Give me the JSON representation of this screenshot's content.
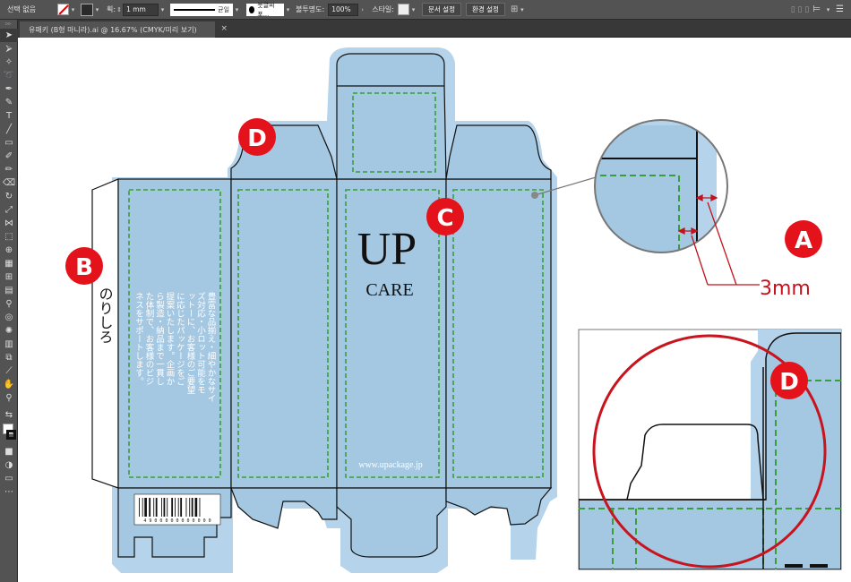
{
  "control_bar": {
    "selection_label": "선택 없음",
    "stroke_label": "획:",
    "stroke_weight": "1 mm",
    "line_style": "균일",
    "brush_name": "붓글씨 포...",
    "opacity_label": "불투명도:",
    "opacity_value": "100%",
    "style_label": "스타일:",
    "doc_setup_button": "문서 설정",
    "prefs_button": "환경 설정"
  },
  "document_tab": {
    "title": "유패키 (B형 마니라).ai @ 16.67% (CMYK/미리 보기)",
    "close": "×"
  },
  "tools": [
    "selection",
    "direct-selection",
    "magic-wand",
    "lasso",
    "pen",
    "curvature",
    "type",
    "line",
    "rectangle",
    "paintbrush",
    "shaper",
    "eraser",
    "rotate",
    "scale",
    "width",
    "free-transform",
    "shape-builder",
    "perspective",
    "mesh",
    "gradient",
    "eyedropper",
    "blend",
    "symbol-sprayer",
    "column-graph",
    "artboard",
    "slice",
    "hand",
    "zoom"
  ],
  "artwork": {
    "logo_big": "UP",
    "logo_small": "CARE",
    "url": "www.upackage.jp",
    "glue_tab_text": "のりしろ",
    "barcode_number": "4 9 0 0 0 0 0 0 0 0 0 0 0",
    "side_text_lines": [
      "豊富な品揃え・細やかなサイ",
      "ズ対応・小ロット可能をモ",
      "ットーに、お客様のご要望",
      "に応じたパッケージをご",
      "提案いたします。企画か",
      "ら製造・納品まで一貫し",
      "た体制で、お客様のビジ",
      "ネスをサポートします。"
    ],
    "markers": {
      "a": "A",
      "b": "B",
      "c": "C",
      "d1": "D",
      "d2": "D"
    },
    "dimension_label": "3mm"
  },
  "colors": {
    "box_blue": "#a4c7e2",
    "bleed_blue": "#b5d3ea",
    "safe_line_green": "#3a9e3a",
    "marker_red": "#e3121b",
    "dimension_red": "#c4131c"
  }
}
